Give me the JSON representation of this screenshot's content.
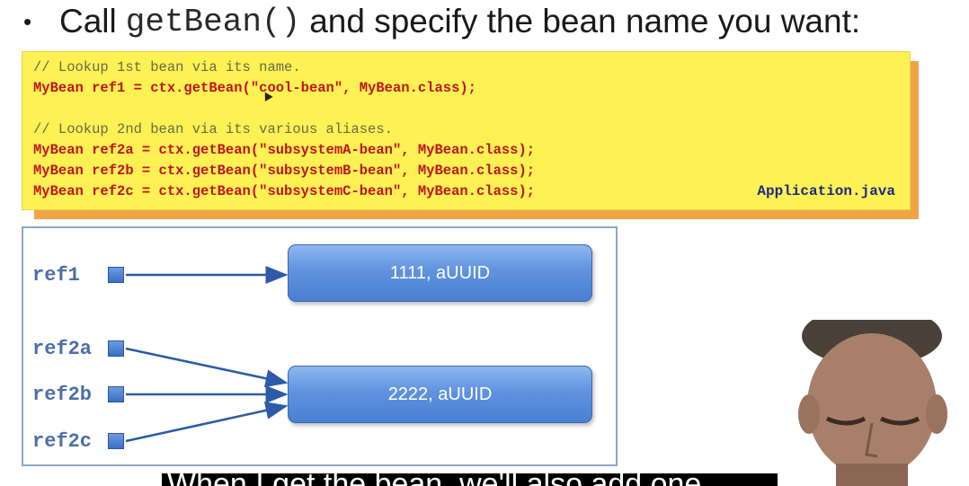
{
  "bullet": {
    "dot": "•",
    "prefix": "Call",
    "method": "getBean()",
    "suffix": "and specify the bean name you want:"
  },
  "code": {
    "lines": [
      {
        "kind": "comment",
        "text": "// Lookup 1st bean via its name."
      },
      {
        "kind": "code",
        "text": "MyBean ref1 = ctx.getBean(\"cool-bean\", MyBean.class);"
      },
      {
        "kind": "blank",
        "text": ""
      },
      {
        "kind": "comment",
        "text": "// Lookup 2nd bean via its various aliases."
      },
      {
        "kind": "code",
        "text": "MyBean ref2a = ctx.getBean(\"subsystemA-bean\", MyBean.class);"
      },
      {
        "kind": "code",
        "text": "MyBean ref2b = ctx.getBean(\"subsystemB-bean\", MyBean.class);"
      },
      {
        "kind": "code",
        "text": "MyBean ref2c = ctx.getBean(\"subsystemC-bean\", MyBean.class);"
      }
    ],
    "filename": "Application.java"
  },
  "diagram": {
    "refs": [
      "ref1",
      "ref2a",
      "ref2b",
      "ref2c"
    ],
    "objects": [
      "1111, aUUID",
      "2222, aUUID"
    ]
  },
  "subtitle": "When I get the bean, we'll also add one",
  "colors": {
    "code_background": "#fdf154",
    "code_shadow": "#f0a445",
    "code_text": "#c0141e",
    "box_blue": "#5f93e0",
    "ref_label": "#4b6fa6",
    "filename": "#1b2a82"
  }
}
